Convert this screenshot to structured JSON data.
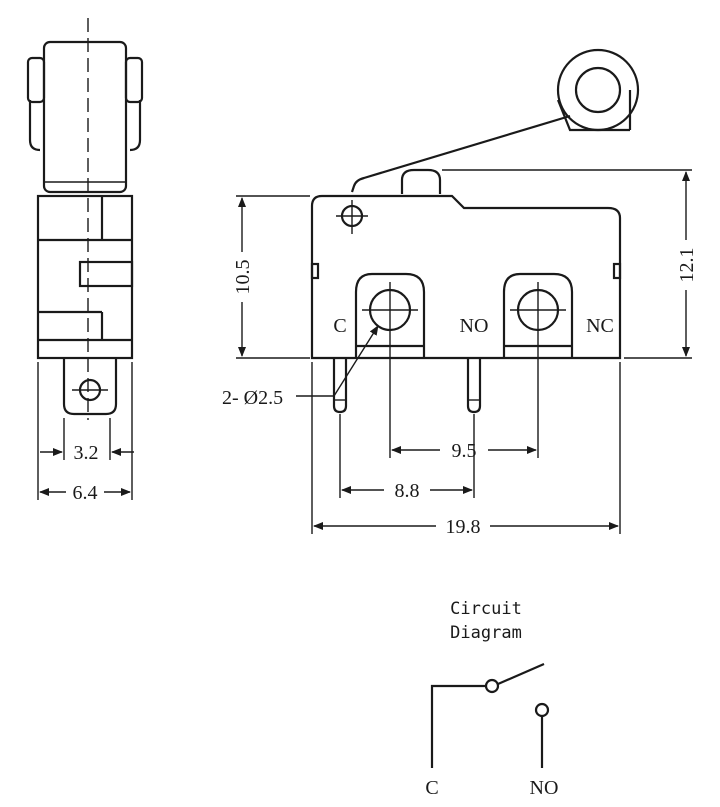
{
  "dimensions": {
    "side_width_inner": "3.2",
    "side_width_outer": "6.4",
    "height_body": "10.5",
    "height_total": "12.1",
    "hole_note": "2- Ø2.5",
    "pitch_c_no": "8.8",
    "pitch_no_nc": "9.5",
    "length_total": "19.8"
  },
  "terminals": {
    "c": "C",
    "no": "NO",
    "nc": "NC"
  },
  "circuit": {
    "title_line1": "Circuit",
    "title_line2": "Diagram",
    "c_label": "C",
    "no_label": "NO"
  }
}
